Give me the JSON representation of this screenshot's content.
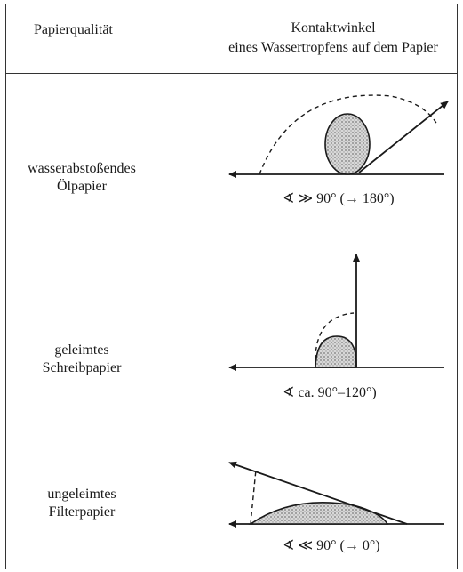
{
  "header": {
    "col1": "Papierqualität",
    "col2_line1": "Kontaktwinkel",
    "col2_line2": "eines Wassertropfens auf dem Papier"
  },
  "rows": [
    {
      "label_line1": "wasserabstoßendes",
      "label_line2": "Ölpapier",
      "angle": "∢ ≫ 90° (→ 180°)"
    },
    {
      "label_line1": "geleimtes",
      "label_line2": "Schreibpapier",
      "angle": "∢ ca. 90°–120°)"
    },
    {
      "label_line1": "ungeleimtes",
      "label_line2": "Filterpapier",
      "angle": "∢ ≪ 90° (→ 0°)"
    }
  ]
}
